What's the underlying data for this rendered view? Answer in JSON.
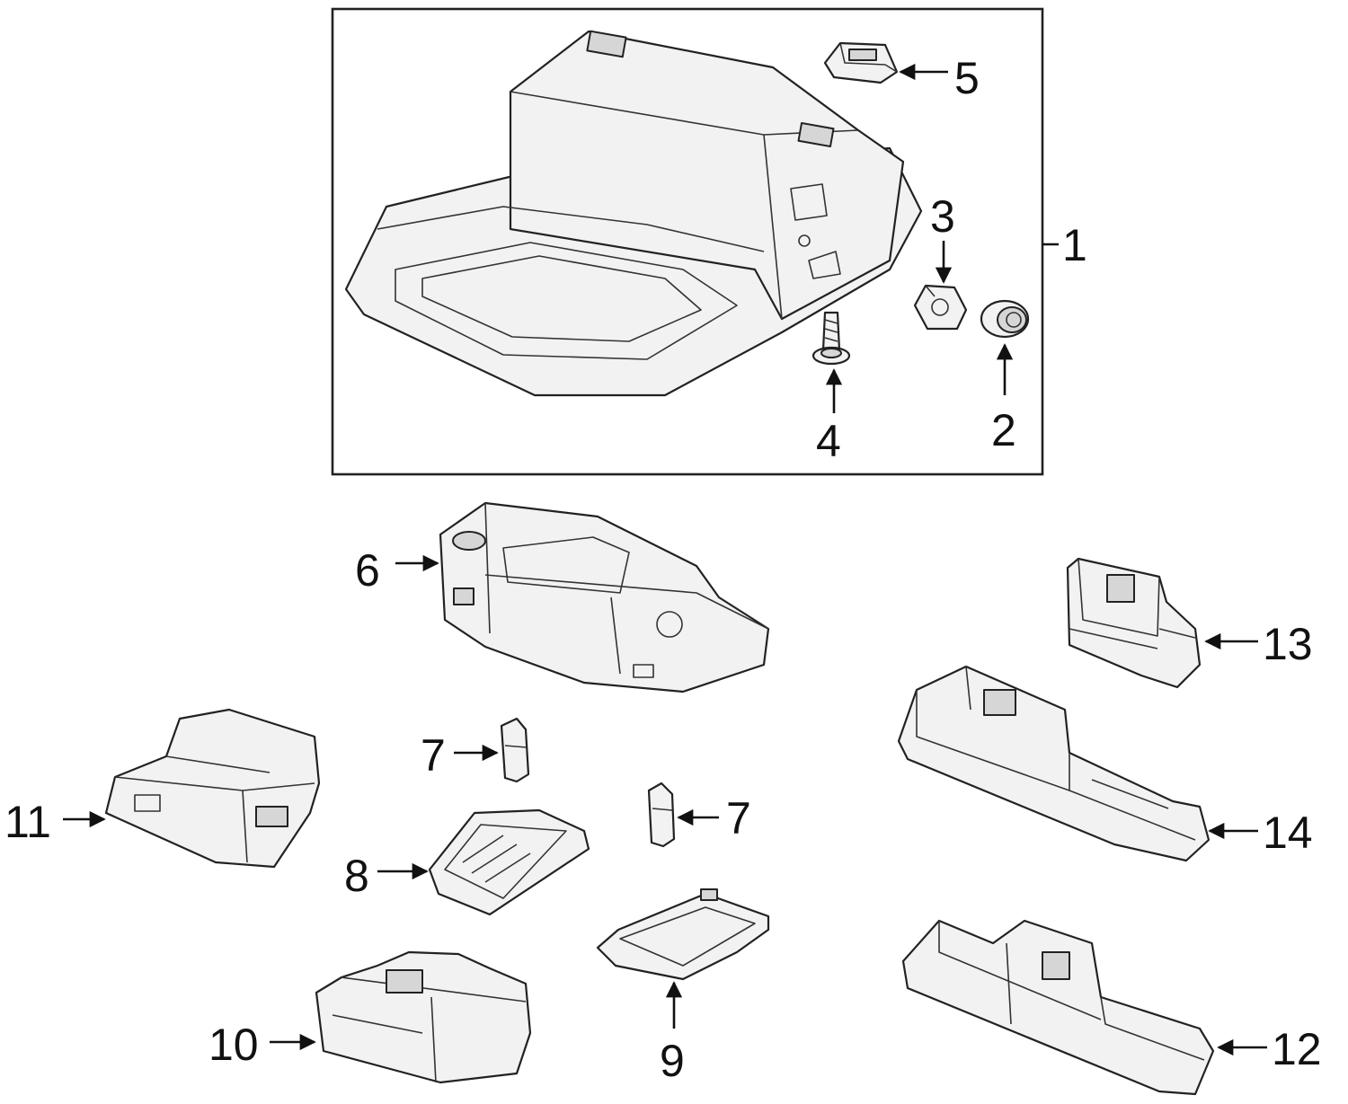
{
  "callouts": {
    "c1": "1",
    "c2": "2",
    "c3": "3",
    "c4": "4",
    "c5": "5",
    "c6": "6",
    "c7a": "7",
    "c7b": "7",
    "c8": "8",
    "c9": "9",
    "c10": "10",
    "c11": "11",
    "c12": "12",
    "c13": "13",
    "c14": "14"
  },
  "colors": {
    "line": "#222222",
    "part_fill": "#f2f2f2",
    "shade": "#d6d6d6",
    "background": "#ffffff"
  }
}
